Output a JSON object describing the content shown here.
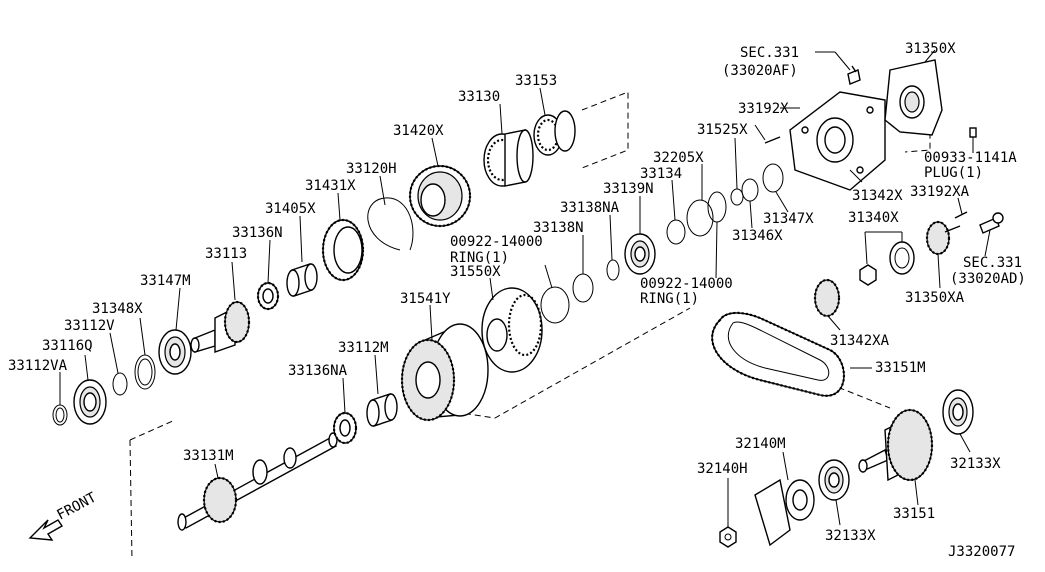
{
  "labels": [
    {
      "id": "p33112va",
      "text": "33112VA"
    },
    {
      "id": "p33116q",
      "text": "33116Q"
    },
    {
      "id": "p33112v",
      "text": "33112V"
    },
    {
      "id": "p31348x",
      "text": "31348X"
    },
    {
      "id": "p33147m",
      "text": "33147M"
    },
    {
      "id": "p33113",
      "text": "33113"
    },
    {
      "id": "p33136n",
      "text": "33136N"
    },
    {
      "id": "p31405x",
      "text": "31405X"
    },
    {
      "id": "p31431x",
      "text": "31431X"
    },
    {
      "id": "p33120h",
      "text": "33120H"
    },
    {
      "id": "p31420x",
      "text": "31420X"
    },
    {
      "id": "p33130",
      "text": "33130"
    },
    {
      "id": "p33153",
      "text": "33153"
    },
    {
      "id": "p33112m",
      "text": "33112M"
    },
    {
      "id": "p33136na",
      "text": "33136NA"
    },
    {
      "id": "p31541y",
      "text": "31541Y"
    },
    {
      "id": "p31550x",
      "text": "31550X"
    },
    {
      "id": "p00922a",
      "text": "00922-14000"
    },
    {
      "id": "p33138n",
      "text": "33138N"
    },
    {
      "id": "p33138na",
      "text": "33138NA"
    },
    {
      "id": "p33139n",
      "text": "33139N"
    },
    {
      "id": "p33134",
      "text": "33134"
    },
    {
      "id": "p32205x",
      "text": "32205X"
    },
    {
      "id": "p31525x",
      "text": "31525X"
    },
    {
      "id": "p00922b",
      "text": "00922-14000"
    },
    {
      "id": "p31346x",
      "text": "31346X"
    },
    {
      "id": "p31347x",
      "text": "31347X"
    },
    {
      "id": "p33192x",
      "text": "33192X"
    },
    {
      "id": "psec331a",
      "text": "SEC.331"
    },
    {
      "id": "p31350x",
      "text": "31350X"
    },
    {
      "id": "p00933",
      "text": "00933-1141A"
    },
    {
      "id": "p31342x",
      "text": "31342X"
    },
    {
      "id": "p33192xa",
      "text": "33192XA"
    },
    {
      "id": "p31340x",
      "text": "31340X"
    },
    {
      "id": "psec331b",
      "text": "SEC.331"
    },
    {
      "id": "p31350xa",
      "text": "31350XA"
    },
    {
      "id": "p31342xa",
      "text": "31342XA"
    },
    {
      "id": "p33151m",
      "text": "33151M"
    },
    {
      "id": "p32133xa",
      "text": "32133X"
    },
    {
      "id": "p33151",
      "text": "33151"
    },
    {
      "id": "p32140m",
      "text": "32140M"
    },
    {
      "id": "p32140h",
      "text": "32140H"
    },
    {
      "id": "p32133xb",
      "text": "32133X"
    },
    {
      "id": "p33131m",
      "text": "33131M"
    }
  ],
  "notes": {
    "ring1": "RING(1)",
    "ring2": "RING(1)",
    "plug": "PLUG(1)",
    "sec331a_ref": "(33020AF)",
    "sec331b_ref": "(33020AD)",
    "front": "FRONT",
    "diagram_id": "J3320077"
  }
}
